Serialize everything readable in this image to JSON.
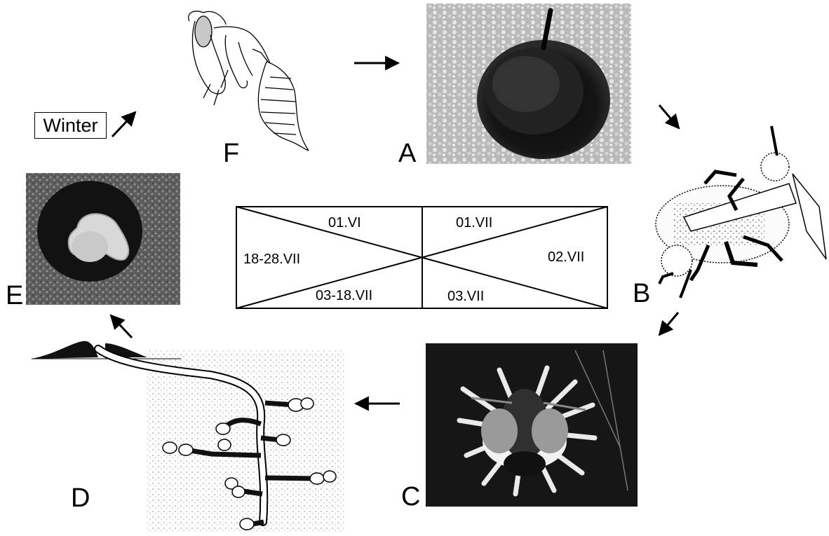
{
  "winter_label": "Winter",
  "stages": {
    "A": "A",
    "B": "B",
    "C": "C",
    "D": "D",
    "E": "E",
    "F": "F"
  },
  "date_box": {
    "top_left": "01.VI",
    "top_right": "01.VII",
    "left": "18-28.VII",
    "right": "02.VII",
    "bottom_left": "03-18.VII",
    "bottom_right": "03.VII"
  },
  "stage_images": {
    "A": "bee-emerging-from-sand-burrow-photo",
    "B": "adult-bee-drawing",
    "C": "bee-on-flower-photo",
    "D": "nest-burrow-cross-section-drawing",
    "E": "larva-in-cell-photo",
    "F": "pupa-drawing"
  }
}
